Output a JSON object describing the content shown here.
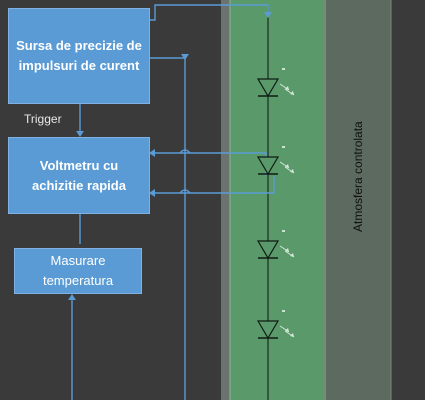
{
  "blocks": {
    "source": {
      "line1": "Sursa de precizie de",
      "line2": "impulsuri de curent"
    },
    "voltmeter": {
      "line1": "Voltmetru cu",
      "line2": "achizitie rapida"
    },
    "temperature": {
      "line1": "Masurare",
      "line2": "temperatura"
    }
  },
  "trigger_label": "Trigger",
  "chamber_label": "Atmosfera controlata",
  "colors": {
    "background": "#3a3a3a",
    "block_fill": "#5b9bd5",
    "wire": "#5b9bd5",
    "chamber_green": "#5a9a6a",
    "chamber_gray": "#5d6a60"
  },
  "led_count": 4
}
